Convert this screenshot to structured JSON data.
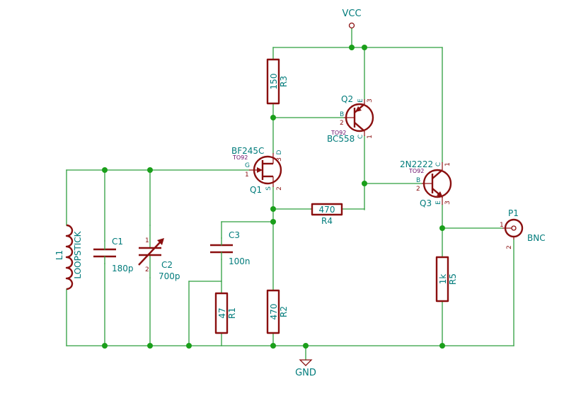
{
  "power": {
    "vcc": "VCC",
    "gnd": "GND"
  },
  "L1": {
    "ref": "L1",
    "value": "LOOPSTICK"
  },
  "C1": {
    "ref": "C1",
    "value": "180p"
  },
  "C2": {
    "ref": "C2",
    "value": "700p",
    "pin1": "1",
    "pin2": "2"
  },
  "C3": {
    "ref": "C3",
    "value": "100n"
  },
  "R1": {
    "ref": "R1",
    "value": "47"
  },
  "R2": {
    "ref": "R2",
    "value": "470"
  },
  "R3": {
    "ref": "R3",
    "value": "150"
  },
  "R4": {
    "ref": "R4",
    "value": "470"
  },
  "R5": {
    "ref": "R5",
    "value": "1k"
  },
  "Q1": {
    "ref": "Q1",
    "value": "BF245C",
    "package": "TO92",
    "pins": {
      "g": "G",
      "d": "D",
      "s": "S",
      "n1": "1",
      "n2": "2",
      "n3": "3"
    }
  },
  "Q2": {
    "ref": "Q2",
    "value": "BC558",
    "package": "TO92",
    "pins": {
      "b": "B",
      "c": "C",
      "e": "E",
      "n1": "1",
      "n2": "2",
      "n3": "3"
    }
  },
  "Q3": {
    "ref": "Q3",
    "value": "2N2222",
    "package": "TO92",
    "pins": {
      "b": "B",
      "c": "C",
      "e": "E",
      "n1": "1",
      "n2": "2",
      "n3": "3"
    }
  },
  "P1": {
    "ref": "P1",
    "value": "BNC",
    "pin1": "1",
    "pin2": "2"
  },
  "colors": {
    "wire": "#2e9f3e",
    "component": "#8a0f0f",
    "label": "#007b7b",
    "package": "#6b0d6b",
    "junction": "#1a9f1a"
  }
}
